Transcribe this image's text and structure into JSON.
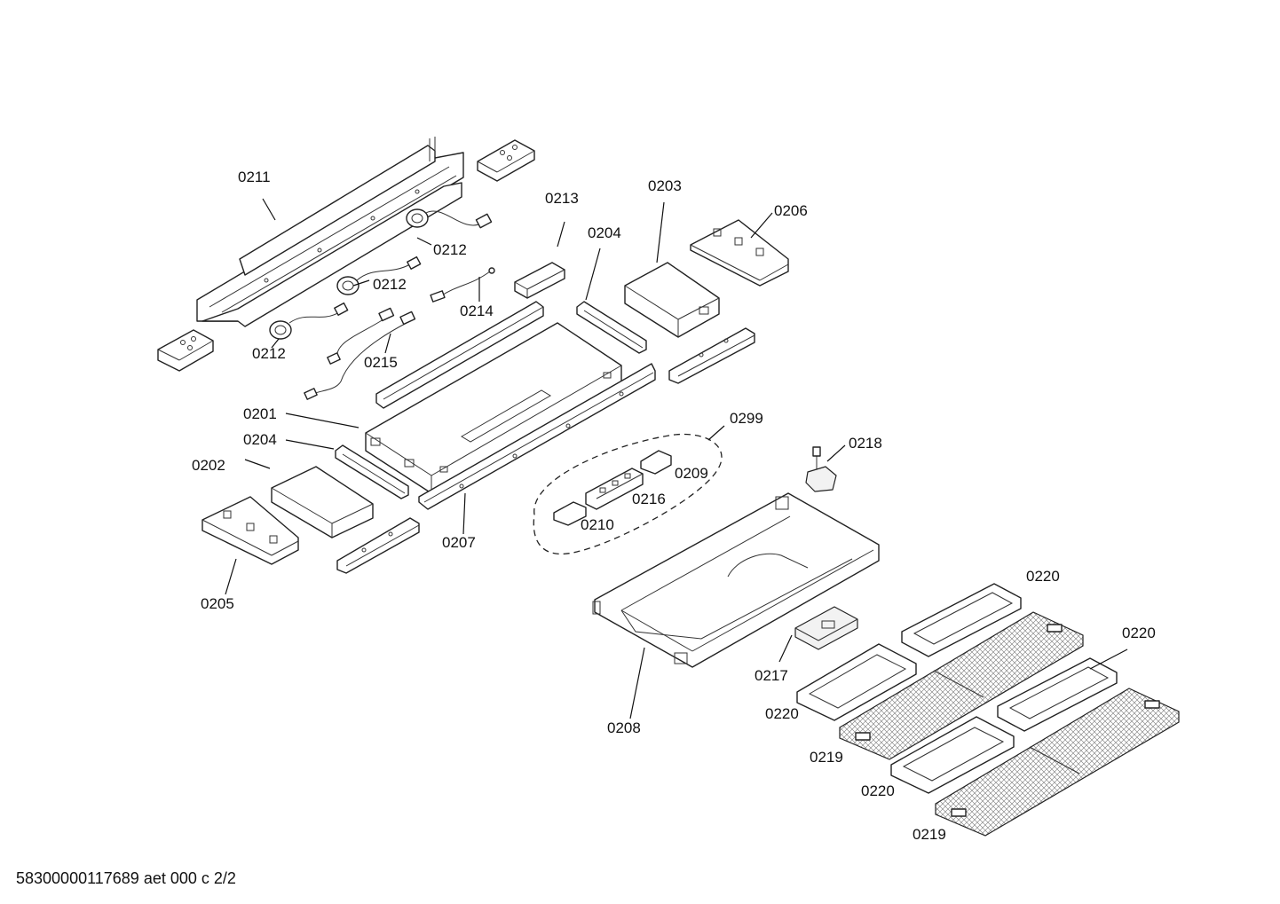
{
  "document_id": "58300000117689 aet 000 c 2/2",
  "callouts": {
    "c0211": "0211",
    "c0213": "0213",
    "c0203": "0203",
    "c0206": "0206",
    "c0204a": "0204",
    "c0212a": "0212",
    "c0212b": "0212",
    "c0214": "0214",
    "c0212c": "0212",
    "c0215": "0215",
    "c0201": "0201",
    "c0204b": "0204",
    "c0202": "0202",
    "c0299": "0299",
    "c0218": "0218",
    "c0209": "0209",
    "c0216": "0216",
    "c0210": "0210",
    "c0207": "0207",
    "c0205": "0205",
    "c0220a": "0220",
    "c0220b": "0220",
    "c0217": "0217",
    "c0220c": "0220",
    "c0208": "0208",
    "c0219a": "0219",
    "c0220d": "0220",
    "c0219b": "0219"
  }
}
